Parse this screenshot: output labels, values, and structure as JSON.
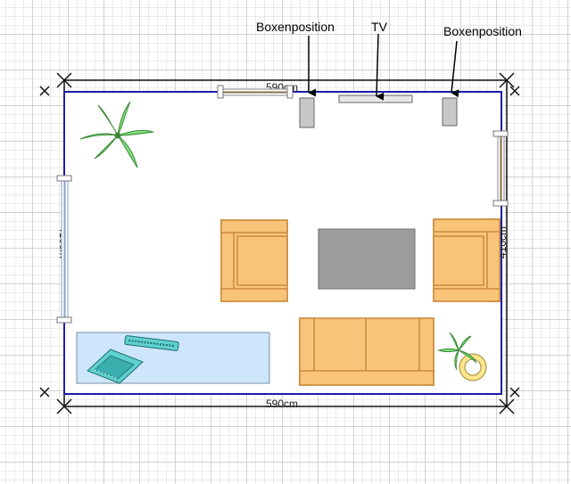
{
  "labels": {
    "speaker_left": "Boxenposition",
    "tv": "TV",
    "speaker_right": "Boxenposition"
  },
  "dimensions": {
    "top_width": "590cm",
    "bottom_width": "590cm",
    "left_height": "410cm",
    "right_height": "410cm"
  },
  "colors": {
    "wall": "#1c1ca8",
    "sofa": "#f8c47a",
    "sofa_stroke": "#c98a3a",
    "table": "#9c9c9c",
    "rug": "#cde6fb",
    "plant": "#7fe07a",
    "window": "#c9d5ea"
  },
  "icons": [
    "plant-icon",
    "plant-in-pot-icon",
    "laptop-icon",
    "keyboard-icon",
    "arrow-down-icon"
  ]
}
